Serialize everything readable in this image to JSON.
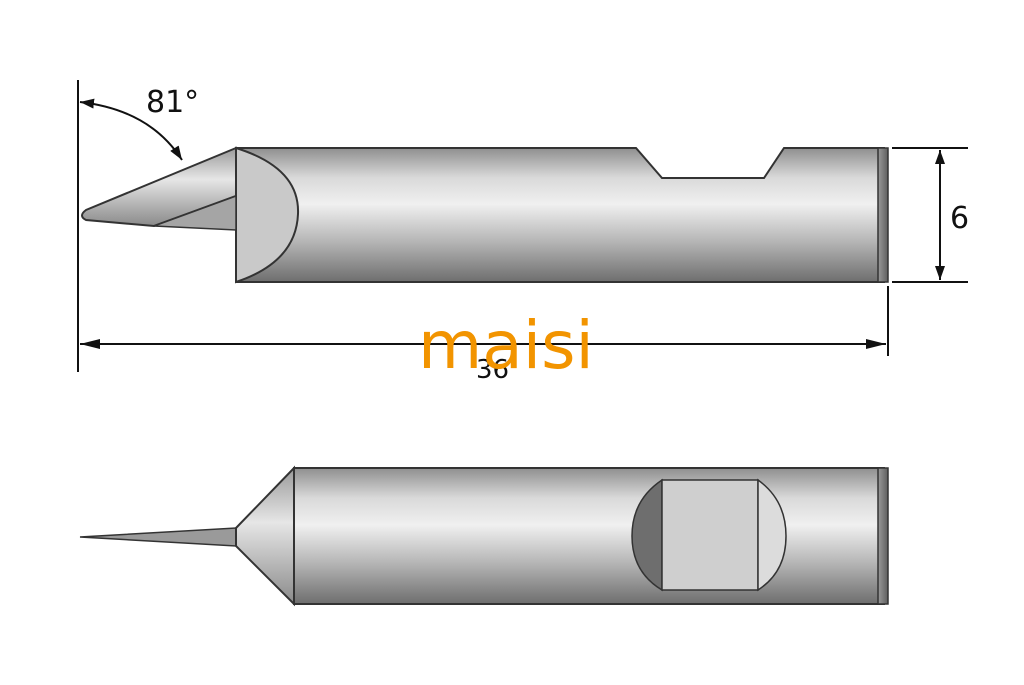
{
  "drawing": {
    "angle_label": "81°",
    "height_label": "6",
    "length_label": "36",
    "watermark": "maisi"
  },
  "colors": {
    "body_light": "#e4e4e4",
    "body_mid": "#bdbdbd",
    "body_dark": "#7a7a7a",
    "outline": "#333333",
    "flat": "#cfcfcf",
    "dim_line": "#111111",
    "watermark": "#f29400"
  }
}
